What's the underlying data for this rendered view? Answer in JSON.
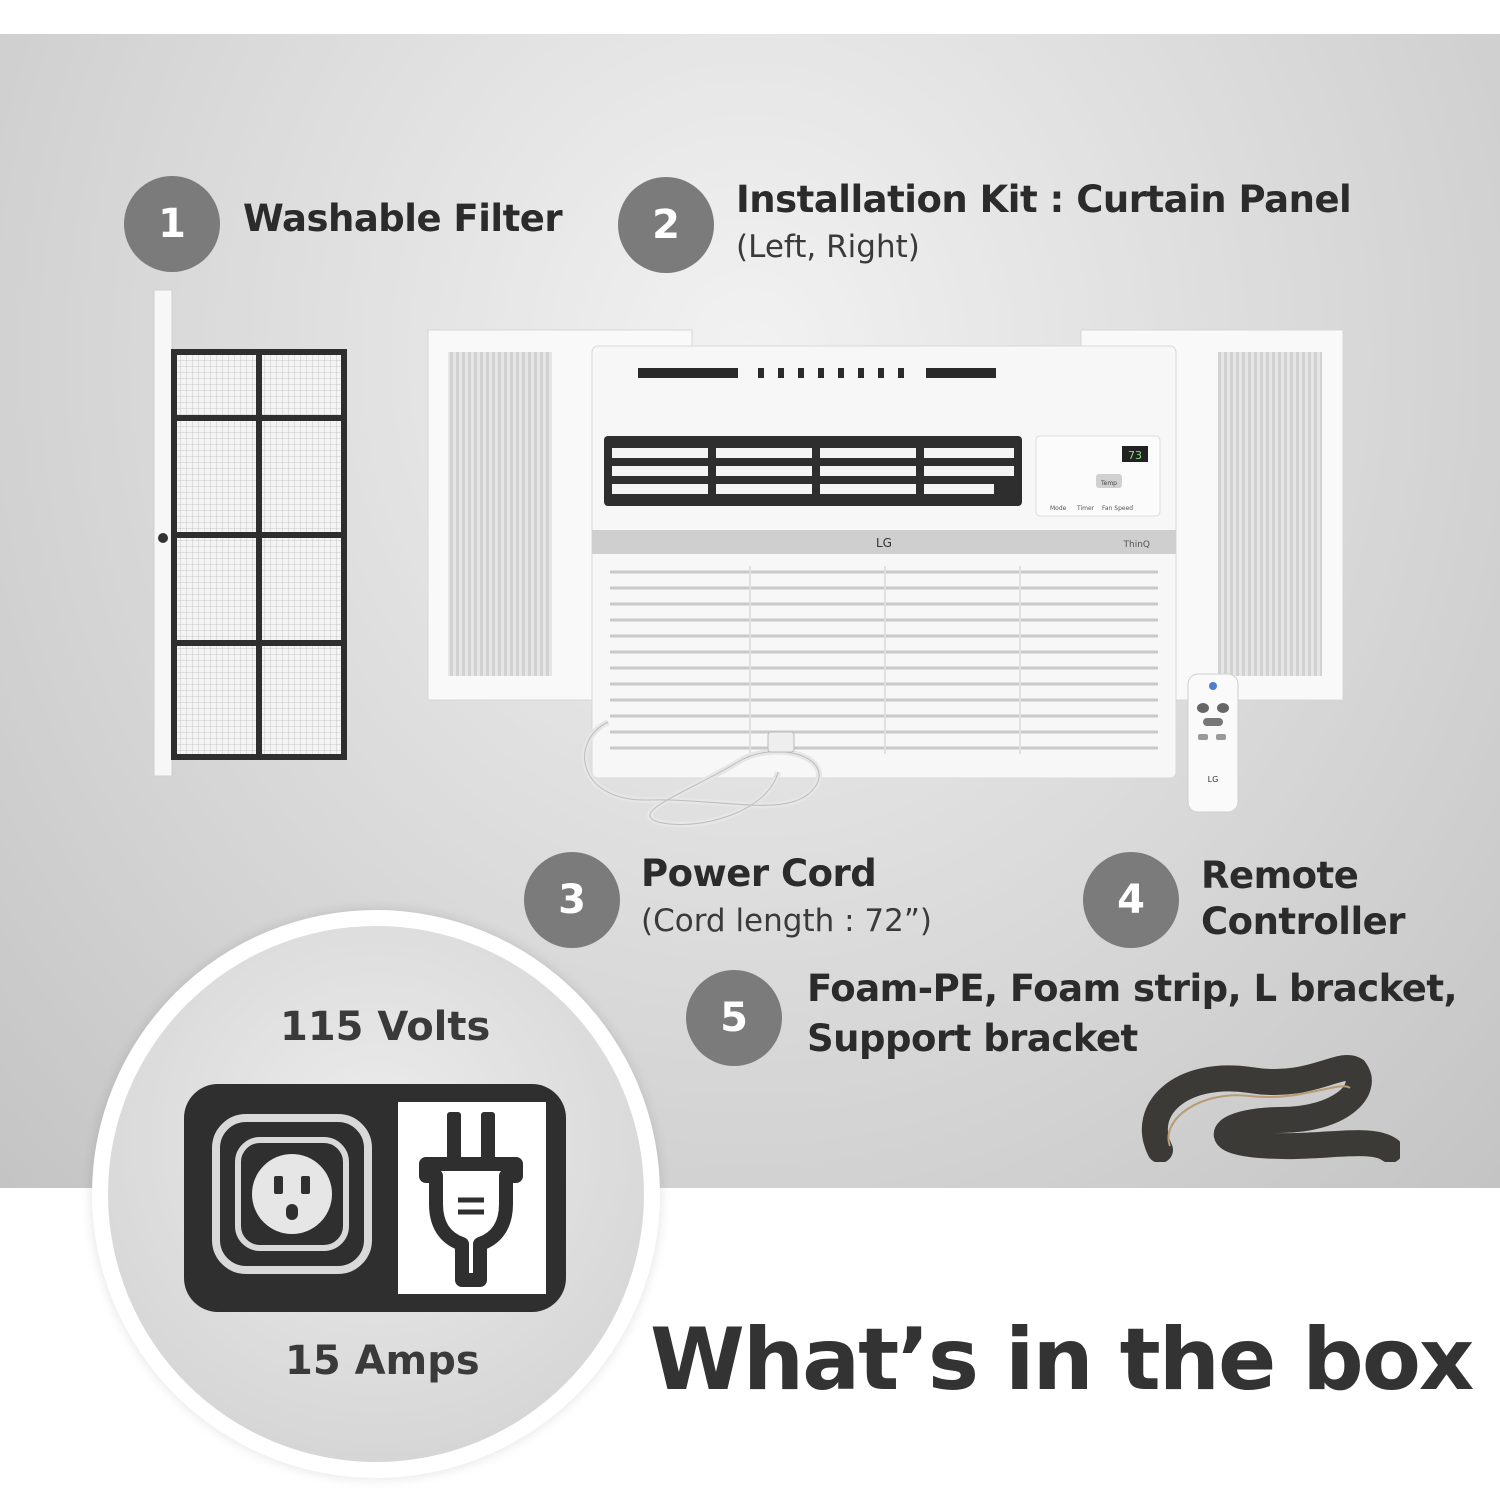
{
  "items": [
    {
      "number": "1",
      "title": "Washable Filter",
      "detail": ""
    },
    {
      "number": "2",
      "title": "Installation Kit : Curtain Panel",
      "detail": "(Left, Right)"
    },
    {
      "number": "3",
      "title": "Power Cord",
      "detail": "(Cord length : 72”)"
    },
    {
      "number": "4",
      "title": "Remote",
      "title_line2": "Controller"
    },
    {
      "number": "5",
      "title": "Foam-PE, Foam strip, L bracket,",
      "title_line2": "Support bracket"
    }
  ],
  "electrical": {
    "voltage": "115 Volts",
    "current": "15 Amps"
  },
  "heading": "What’s in the box",
  "product": {
    "brand": "LG",
    "model_line": "ThinQ",
    "display_temp": "73",
    "panel_buttons": [
      "Mode",
      "Timer",
      "Fan Speed"
    ],
    "panel_temp_button": "Temp"
  },
  "colors": {
    "badge": "#7b7b7b",
    "text": "#2b2b2b",
    "unit_white": "#f7f7f7"
  },
  "icons": [
    "outlet-icon",
    "plug-icon",
    "filter-icon",
    "remote-icon"
  ]
}
